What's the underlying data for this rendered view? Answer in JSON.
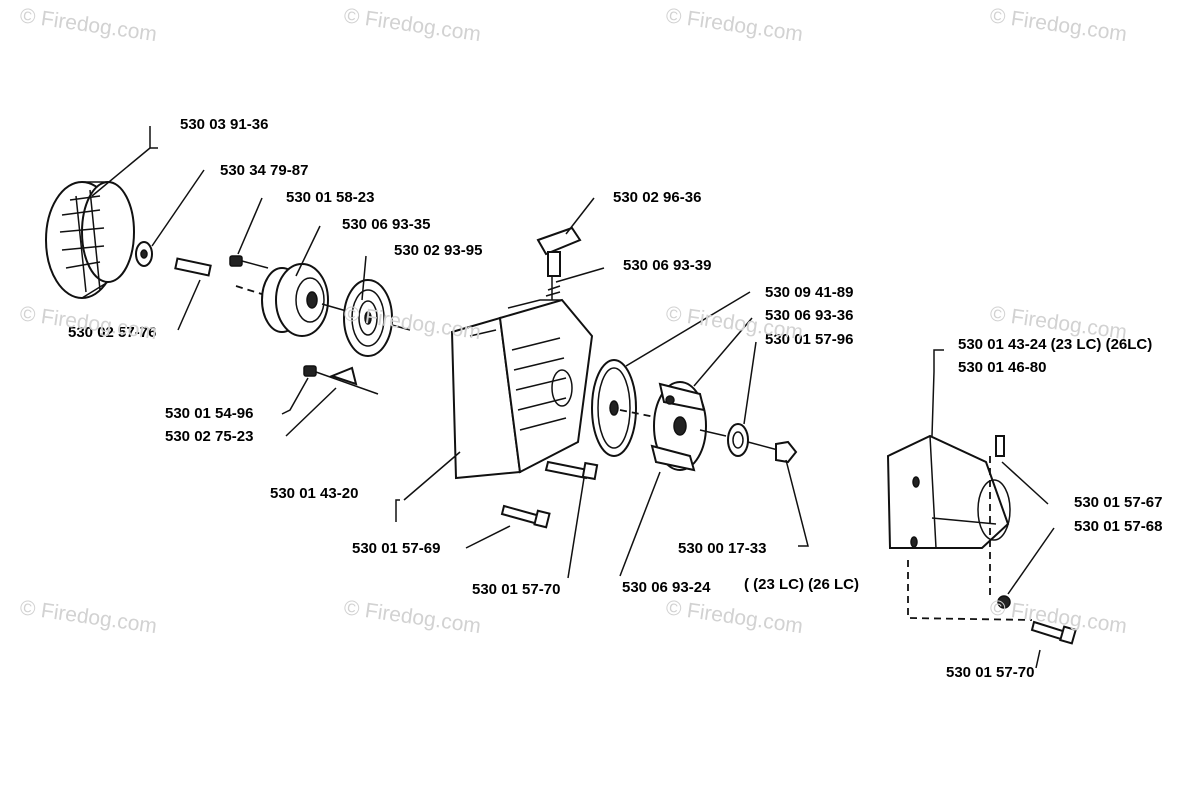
{
  "watermark": "© Firedog.com",
  "labels": {
    "p1": "530 03 91-36",
    "p2": "530 34 79-87",
    "p3": "530 01 58-23",
    "p4": "530 06 93-35",
    "p5": "530 02 93-95",
    "p6": "530 02 96-36",
    "p7": "530 06 93-39",
    "p8": "530 09 41-89",
    "p9": "530 06 93-36",
    "p10": "530 01 57-96",
    "p11": "530 01 43-24 (23 LC) (26LC)",
    "p12": "530 01 46-80",
    "p13": "530 02 57-76",
    "p14": "530 01 54-96",
    "p15": "530 02 75-23",
    "p16": "530 01 43-20",
    "p17": "530 01 57-69",
    "p18": "530 01 57-70",
    "p19": "530 06 93-24",
    "p20": "530 00 17-33",
    "p21": "( (23 LC) (26 LC)",
    "p22": "530 01 57-67",
    "p23": "530 01 57-68",
    "p24": "530 01 57-70"
  }
}
